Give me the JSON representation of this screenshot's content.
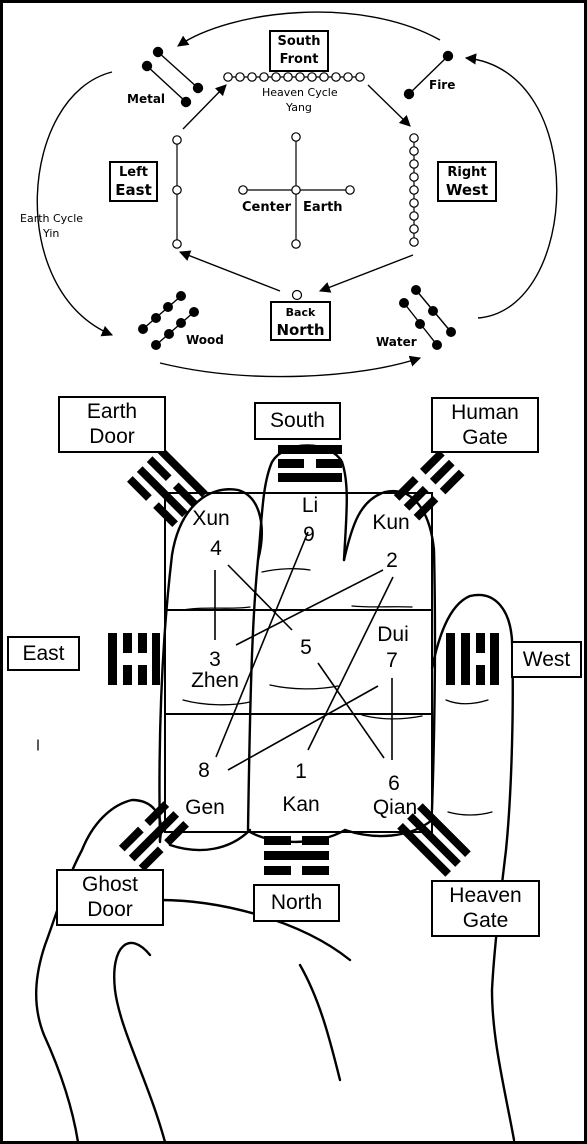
{
  "cycle": {
    "south_front": {
      "line1": "South",
      "line2": "Front"
    },
    "left_east": {
      "line1": "Left",
      "line2": "East"
    },
    "right_west": {
      "line1": "Right",
      "line2": "West"
    },
    "back_north": {
      "line1": "Back",
      "line2": "North"
    },
    "center": "Center",
    "earth": "Earth",
    "heaven_cycle": "Heaven Cycle",
    "yang": "Yang",
    "earth_cycle": "Earth Cycle",
    "yin": "Yin",
    "elements": {
      "metal": "Metal",
      "fire": "Fire",
      "wood": "Wood",
      "water": "Water"
    }
  },
  "hand": {
    "labels": {
      "earth_door": "Earth\nDoor",
      "south": "South",
      "human_gate": "Human\nGate",
      "east": "East",
      "west": "West",
      "ghost_door": "Ghost\nDoor",
      "north": "North",
      "heaven_gate": "Heaven\nGate"
    },
    "palaces": {
      "xun": {
        "name": "Xun",
        "number": "4"
      },
      "li": {
        "name": "Li",
        "number": "9"
      },
      "kun": {
        "name": "Kun",
        "number": "2"
      },
      "zhen": {
        "name": "Zhen",
        "number": "3"
      },
      "center": {
        "number": "5"
      },
      "dui": {
        "name": "Dui",
        "number": "7"
      },
      "gen": {
        "name": "Gen",
        "number": "8"
      },
      "kan": {
        "name": "Kan",
        "number": "1"
      },
      "qian": {
        "name": "Qian",
        "number": "6"
      }
    }
  }
}
